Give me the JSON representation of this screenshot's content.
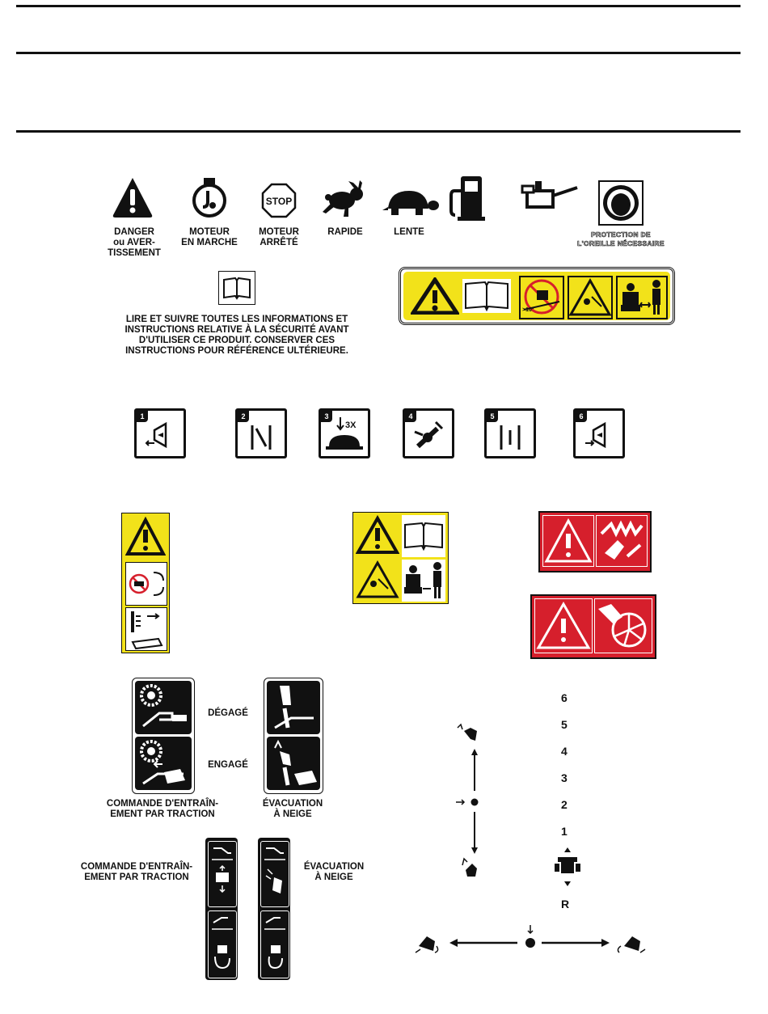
{
  "symbols": [
    {
      "icon": "danger-icon",
      "label": "DANGER\nou AVER-\nTISSEMENT"
    },
    {
      "icon": "engine-on-icon",
      "label": "MOTEUR\nEN MARCHE"
    },
    {
      "icon": "stop-sign-icon",
      "label": "MOTEUR\nARRÊTÉ",
      "sign_text": "STOP"
    },
    {
      "icon": "rabbit-icon",
      "label": "RAPIDE"
    },
    {
      "icon": "turtle-icon",
      "label": "LENTE"
    },
    {
      "icon": "fuel-pump-icon",
      "label": ""
    },
    {
      "icon": "oil-can-icon",
      "label": ""
    },
    {
      "icon": "ear-protection-icon",
      "label": "PROTECTION DE\nL'OREILLE NÉCESSAIRE"
    }
  ],
  "manual_notice": "LIRE ET SUIVRE TOUTES LES INFORMATIONS ET\nINSTRUCTIONS RELATIVE À LA SÉCURITÉ AVANT\nD'UTILISER CE PRODUIT. CONSERVER CES\nINSTRUCTIONS POUR RÉFÉRENCE ULTÉRIEURE.",
  "slope_label": ">10°",
  "start_steps": [
    {
      "n": "1"
    },
    {
      "n": "2"
    },
    {
      "n": "3",
      "text": "3X"
    },
    {
      "n": "4"
    },
    {
      "n": "5"
    },
    {
      "n": "6"
    }
  ],
  "controls": {
    "disengaged": "DÉGAGÉ",
    "engaged": "ENGAGÉ",
    "traction_label": "COMMANDE D'ENTRAÎN-\nEMENT PAR TRACTION",
    "discharge_label": "ÉVACUATION\nÀ NEIGE"
  },
  "controls_vertical": {
    "traction_label": "COMMANDE D'ENTRAÎN-\nEMENT PAR TRACTION",
    "discharge_label": "ÉVACUATION\nÀ NEIGE"
  },
  "speeds": [
    "6",
    "5",
    "4",
    "3",
    "2",
    "1",
    "R"
  ],
  "colors": {
    "warning_yellow": "#f2e21a",
    "danger_red": "#d61f2c",
    "ink": "#111111"
  }
}
